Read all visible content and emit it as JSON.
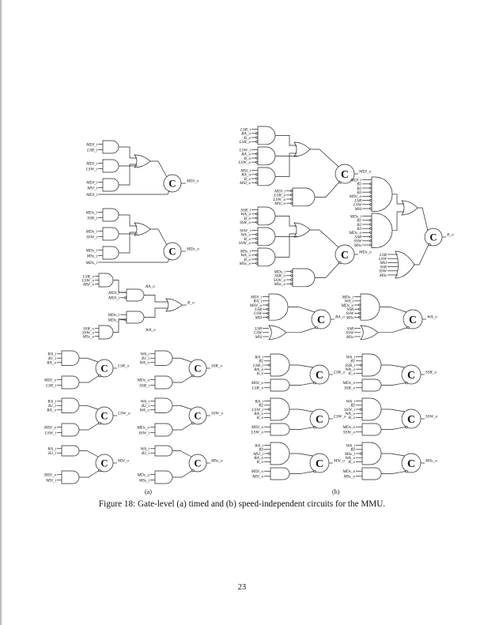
{
  "figure": {
    "caption": "Figure 18: Gate-level (a) timed and (b) speed-independent circuits for the MMU.",
    "sublabel_a": "(a)",
    "sublabel_b": "(b)",
    "c_element_glyph": "C",
    "timed": {
      "mdl": {
        "inputs": [
          [
            "MDl_i",
            "LSR_i"
          ],
          [
            "MDl_i",
            "LSW_i"
          ],
          [
            "MDl_i",
            "MSl_i"
          ]
        ],
        "extra": "MDl_i",
        "output": "MDl_o"
      },
      "mds": {
        "inputs": [
          [
            "MDs_i",
            "SSR_i"
          ],
          [
            "MDs_i",
            "SSW_i"
          ],
          [
            "MDs_i",
            "MSs_i"
          ]
        ],
        "extra": "MDs_i",
        "output": "MDs_o"
      },
      "b": {
        "top_and": [
          "LSR_o",
          "LSW_o",
          "MSl_o"
        ],
        "ra_and": [
          "MDl_i",
          "MDl_i"
        ],
        "ra_out": "RA_o",
        "wa_and": [
          "MDs_i",
          "MDs_i"
        ],
        "wa_out": "WA_o",
        "bot_and": [
          "SSR_o",
          "SSW_o",
          "MSs_o"
        ],
        "output": "B_o"
      },
      "cells_left": [
        {
          "set": [
            "RA_i",
            "B1_i",
            "RA_o"
          ],
          "reset": [
            "MDl_o",
            "LSR_i"
          ],
          "output": "LSR_o"
        },
        {
          "set": [
            "RA_i",
            "B2_i",
            "RA_o"
          ],
          "reset": [
            "MDl_o",
            "LSW_i"
          ],
          "output": "LSW_o"
        },
        {
          "set": [
            "RA_i",
            "B3_i"
          ],
          "reset": [
            "MDl_o",
            "MSl_i"
          ],
          "output": "MSl_o"
        }
      ],
      "cells_right": [
        {
          "set": [
            "WA_i",
            "B1_i",
            "WA_o"
          ],
          "reset": [
            "MDs_o",
            "SSR_i"
          ],
          "output": "SSR_o"
        },
        {
          "set": [
            "WA_i",
            "B2_i",
            "WA_o"
          ],
          "reset": [
            "MDs_o",
            "SSW_i"
          ],
          "output": "SSW_o"
        },
        {
          "set": [
            "WA_i",
            "B3_i"
          ],
          "reset": [
            "MDs_o",
            "MSs_i"
          ],
          "output": "MSs_o"
        }
      ]
    },
    "speed_independent": {
      "mdl": {
        "and_groups": [
          [
            "LSR_i",
            "RA_o",
            "B_o",
            "LSR_o"
          ],
          [
            "LSW_i",
            "RA_o",
            "B_o",
            "LSW_o"
          ],
          [
            "MSl_i",
            "RA_o",
            "B_o",
            "MSl_o"
          ]
        ],
        "reset": [
          "MDl_i",
          "LSR_o",
          "LSW_o",
          "MSl_o"
        ],
        "output": "MDl_o"
      },
      "mds": {
        "and_groups": [
          [
            "SSR_i",
            "WA_o",
            "B_o",
            "SSR_o"
          ],
          [
            "SSW_i",
            "WA_o",
            "B_o",
            "SSW_o"
          ],
          [
            "MSs_i",
            "WA_o",
            "B_o",
            "MSs_o"
          ]
        ],
        "reset": [
          "MDs_i",
          "SSR_o",
          "SSW_o",
          "MSs_o"
        ],
        "output": "MDs_o"
      },
      "b": {
        "and1": [
          "MDl_i",
          "B1",
          "B2",
          "B3",
          "MDl_o",
          "LSR",
          "LSW",
          "MSl"
        ],
        "and2": [
          "MDs_i",
          "B1",
          "B2",
          "B3",
          "MDs_o",
          "SSR",
          "SSW",
          "MSs"
        ],
        "or_reset": [
          "LSR",
          "LSW",
          "MSl",
          "SSR",
          "SSW",
          "MSs"
        ],
        "output": "B_o"
      },
      "ra": {
        "set": [
          "MDl_i",
          "RA_i",
          "MDl_o",
          "LSR",
          "LSW",
          "MSl"
        ],
        "reset": [
          "LSR",
          "LSW",
          "MSl"
        ],
        "output": "RA_o"
      },
      "wa": {
        "set": [
          "MDs_i",
          "WA_i",
          "MDs_o",
          "SSR",
          "SSW",
          "MSs"
        ],
        "reset": [
          "SSR",
          "SSW",
          "MSs"
        ],
        "output": "WA_o"
      },
      "cells_left": [
        {
          "set": [
            "RA_i",
            "B1",
            "LSR_i",
            "RA_o",
            "B_o"
          ],
          "reset": [
            "MDl_o",
            "LSR_o"
          ],
          "output": "LSR_o"
        },
        {
          "set": [
            "RA_i",
            "B2",
            "LSW_i",
            "RA_o",
            "B_o"
          ],
          "reset": [
            "MDl_o",
            "LSW_o"
          ],
          "output": "LSW_o"
        },
        {
          "set": [
            "RA_i",
            "B3",
            "MSl_i",
            "RA_o",
            "B_o"
          ],
          "reset": [
            "MDl_o",
            "MSl_o"
          ],
          "output": "MSl_o"
        }
      ],
      "cells_right": [
        {
          "set": [
            "WA_i",
            "B1",
            "SSR_i",
            "WA_o",
            "B_o"
          ],
          "reset": [
            "MDs_o",
            "SSR_o"
          ],
          "output": "SSR_o"
        },
        {
          "set": [
            "WA_i",
            "B2",
            "SSW_i",
            "WA_o",
            "B_o"
          ],
          "reset": [
            "MDs_o",
            "SSW_o"
          ],
          "output": "SSW_o"
        },
        {
          "set": [
            "WA_i",
            "B3",
            "MSs_i",
            "WA_o",
            "B_o"
          ],
          "reset": [
            "MDs_o",
            "MSs_o"
          ],
          "output": "MSs_o"
        }
      ]
    }
  },
  "page_number": "23"
}
